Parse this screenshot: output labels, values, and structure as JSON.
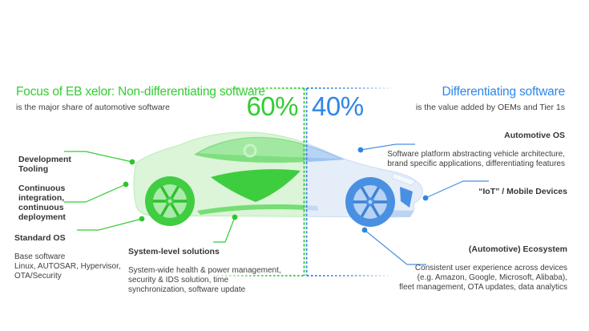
{
  "colors": {
    "accent_green": "#33cc33",
    "accent_blue": "#2e86e8",
    "car_green": "#3ecd3e",
    "car_blue": "#4a90e2",
    "label_text": "#3f3f3f"
  },
  "split": {
    "left_percent": "60%",
    "right_percent": "40%"
  },
  "left": {
    "title": "Focus of EB xelor: Non-differentiating software",
    "subtitle": "is the major share of automotive software",
    "callouts": {
      "development_tooling": {
        "title": "Development\nTooling"
      },
      "ci_cd": {
        "title": "Continuous\nintegration,\ncontinuous\ndeployment"
      },
      "standard_os": {
        "title": "Standard OS",
        "body": "Base software\nLinux, AUTOSAR, Hypervisor,\nOTA/Security"
      },
      "system_level": {
        "title": "System-level solutions",
        "body": "System-wide health & power management,\nsecurity & IDS solution, time\nsynchronization, software update"
      }
    }
  },
  "right": {
    "title": "Differentiating software",
    "subtitle": "is the value added by OEMs and Tier 1s",
    "callouts": {
      "automotive_os": {
        "title": "Automotive OS",
        "body": "Software platform abstracting vehicle architecture,\nbrand specific applications, differentiating features"
      },
      "iot": {
        "title": "“IoT” / Mobile Devices"
      },
      "ecosystem": {
        "title": "(Automotive) Ecosystem",
        "body": "Consistent user experience across devices\n(e.g. Amazon, Google, Microsoft, Alibaba),\nfleet management, OTA updates, data analytics"
      }
    }
  }
}
